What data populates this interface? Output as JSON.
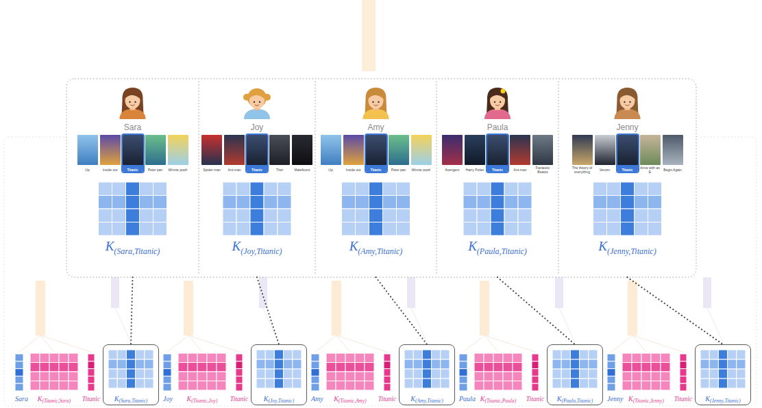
{
  "diagram": {
    "nodes": [
      {
        "text": [
          "Sara",
          "K",
          "(Sara,Titanic)"
        ]
      },
      {
        "text": [
          "Up"
        ],
        "in": 0
      },
      {
        "text": [
          "Inside out"
        ],
        "in": 0
      },
      {
        "text": [
          "Titanic"
        ],
        "in": 0
      },
      {
        "text": [
          "Peter pan"
        ],
        "in": 0
      },
      {
        "text": [
          "Winnie pooh"
        ],
        "in": 0
      },
      {
        "text": [
          "Joy",
          "K",
          "(Joy,Titanic)"
        ]
      },
      {
        "text": [
          "Spider man"
        ],
        "in": 6
      },
      {
        "text": [
          "Ant-man"
        ],
        "in": 6
      },
      {
        "text": [
          "Titanic"
        ],
        "in": 6
      },
      {
        "text": [
          "Thor"
        ],
        "in": 6
      },
      {
        "text": [
          "Maleficent"
        ],
        "in": 6
      },
      {
        "text": [
          "Amy",
          "K",
          "(Amy,Titanic)"
        ]
      },
      {
        "text": [
          "Up"
        ],
        "in": 12
      },
      {
        "text": [
          "Inside out"
        ],
        "in": 12
      },
      {
        "text": [
          "Titanic"
        ],
        "in": 12
      },
      {
        "text": [
          "Peter pan"
        ],
        "in": 12
      },
      {
        "text": [
          "Winnie pooh"
        ],
        "in": 12
      },
      {
        "text": [
          "Paula",
          "K",
          "(Paula,Titanic)"
        ]
      },
      {
        "text": [
          "Avengers"
        ],
        "in": 18
      },
      {
        "text": [
          "Harry Potter"
        ],
        "in": 18
      },
      {
        "text": [
          "Titanic"
        ],
        "in": 18
      },
      {
        "text": [
          "Ant-man"
        ],
        "in": 18
      },
      {
        "text": [
          "Fantastic Beasts"
        ],
        "in": 18
      },
      {
        "text": [
          "Jenny",
          "K",
          "(Jenny,Titanic)"
        ]
      },
      {
        "text": [
          "The theory of everything"
        ],
        "in": 24
      },
      {
        "text": [
          "Venom"
        ],
        "in": 24
      },
      {
        "text": [
          "Titanic"
        ],
        "in": 24
      },
      {
        "text": [
          "Anne with an E"
        ],
        "in": 24
      },
      {
        "text": [
          "Begin Again"
        ],
        "in": 24
      },
      {
        "text": [
          "K",
          "(Sara,Titanic)"
        ]
      },
      {
        "text": [
          "K",
          "(Joy,Titanic)"
        ]
      },
      {
        "text": [
          "K",
          "(Amy,Titanic)"
        ]
      },
      {
        "text": [
          "K",
          "(Paula,Titanic)"
        ]
      },
      {
        "text": [
          "K",
          "(Jenny,Titanic)"
        ]
      }
    ],
    "edges": [
      {
        "from": 0,
        "to": 30,
        "arrow": "none"
      },
      {
        "from": 6,
        "to": 31,
        "arrow": "none"
      },
      {
        "from": 12,
        "to": 32,
        "arrow": "none"
      },
      {
        "from": 18,
        "to": 33,
        "arrow": "none"
      },
      {
        "from": 24,
        "to": 34,
        "arrow": "none"
      }
    ],
    "labels": [
      "Sara",
      "K",
      "(Titanic,Sara)",
      "Titanic",
      "Joy",
      "K",
      "(Titanic,Joy)",
      "Titanic",
      "Amy",
      "K",
      "(Titanic,Amy)",
      "Titanic",
      "Paula",
      "K",
      "(Titanic,Paula)",
      "Titanic",
      "Jenny",
      "K",
      "(Titanic,Jenny)",
      "Titanic"
    ]
  }
}
